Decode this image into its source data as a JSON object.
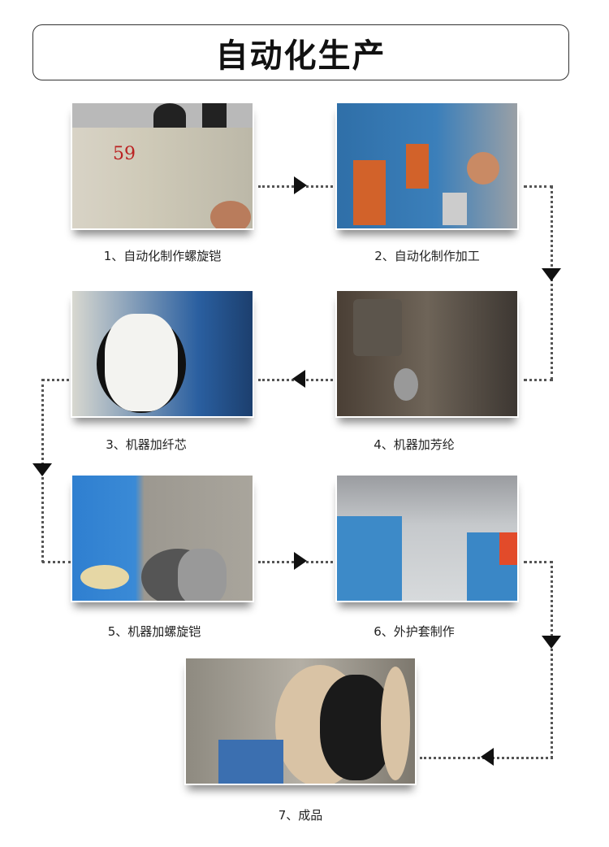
{
  "title": "自动化生产",
  "steps": [
    {
      "label": "1、自动化制作螺旋铠"
    },
    {
      "label": "2、自动化制作加工"
    },
    {
      "label": "3、机器加纤芯"
    },
    {
      "label": "4、机器加芳纶"
    },
    {
      "label": "5、机器加螺旋铠"
    },
    {
      "label": "6、外护套制作"
    },
    {
      "label": "7、成品"
    }
  ],
  "colors": {
    "arrow": "#111111",
    "machine_blue": "#2a7fc4",
    "machine_orange": "#d2622a"
  }
}
